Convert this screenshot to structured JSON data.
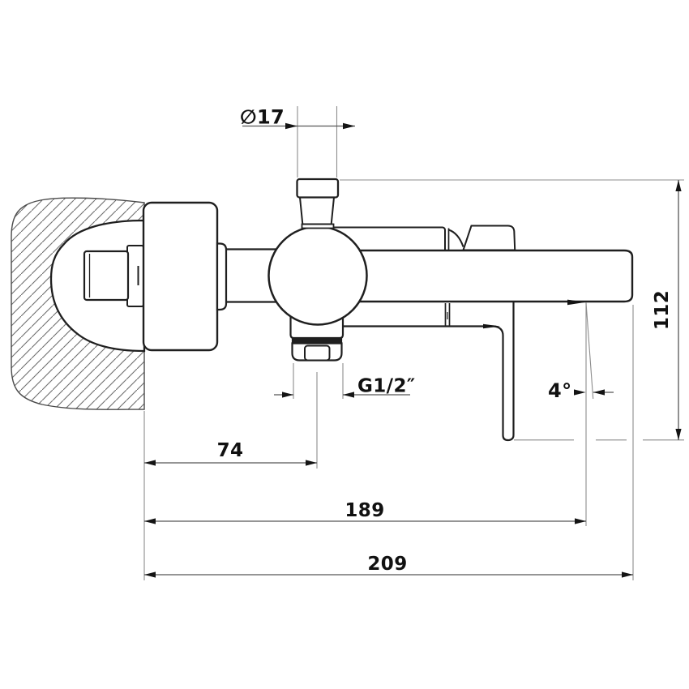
{
  "dimensions": {
    "diameter_label": "∅17",
    "height_label": "112",
    "thread_label": "G1/2″",
    "offset_label": "74",
    "reach_inner_label": "189",
    "reach_total_label": "209",
    "angle_label": "4°"
  },
  "colors": {
    "background": "#ffffff",
    "outline": "#1f1f1f",
    "dimension_line": "#565656",
    "extension_line": "#8c8c8c",
    "hatch": "#6e6e6e",
    "arrow": "#141414",
    "text": "#111111"
  }
}
